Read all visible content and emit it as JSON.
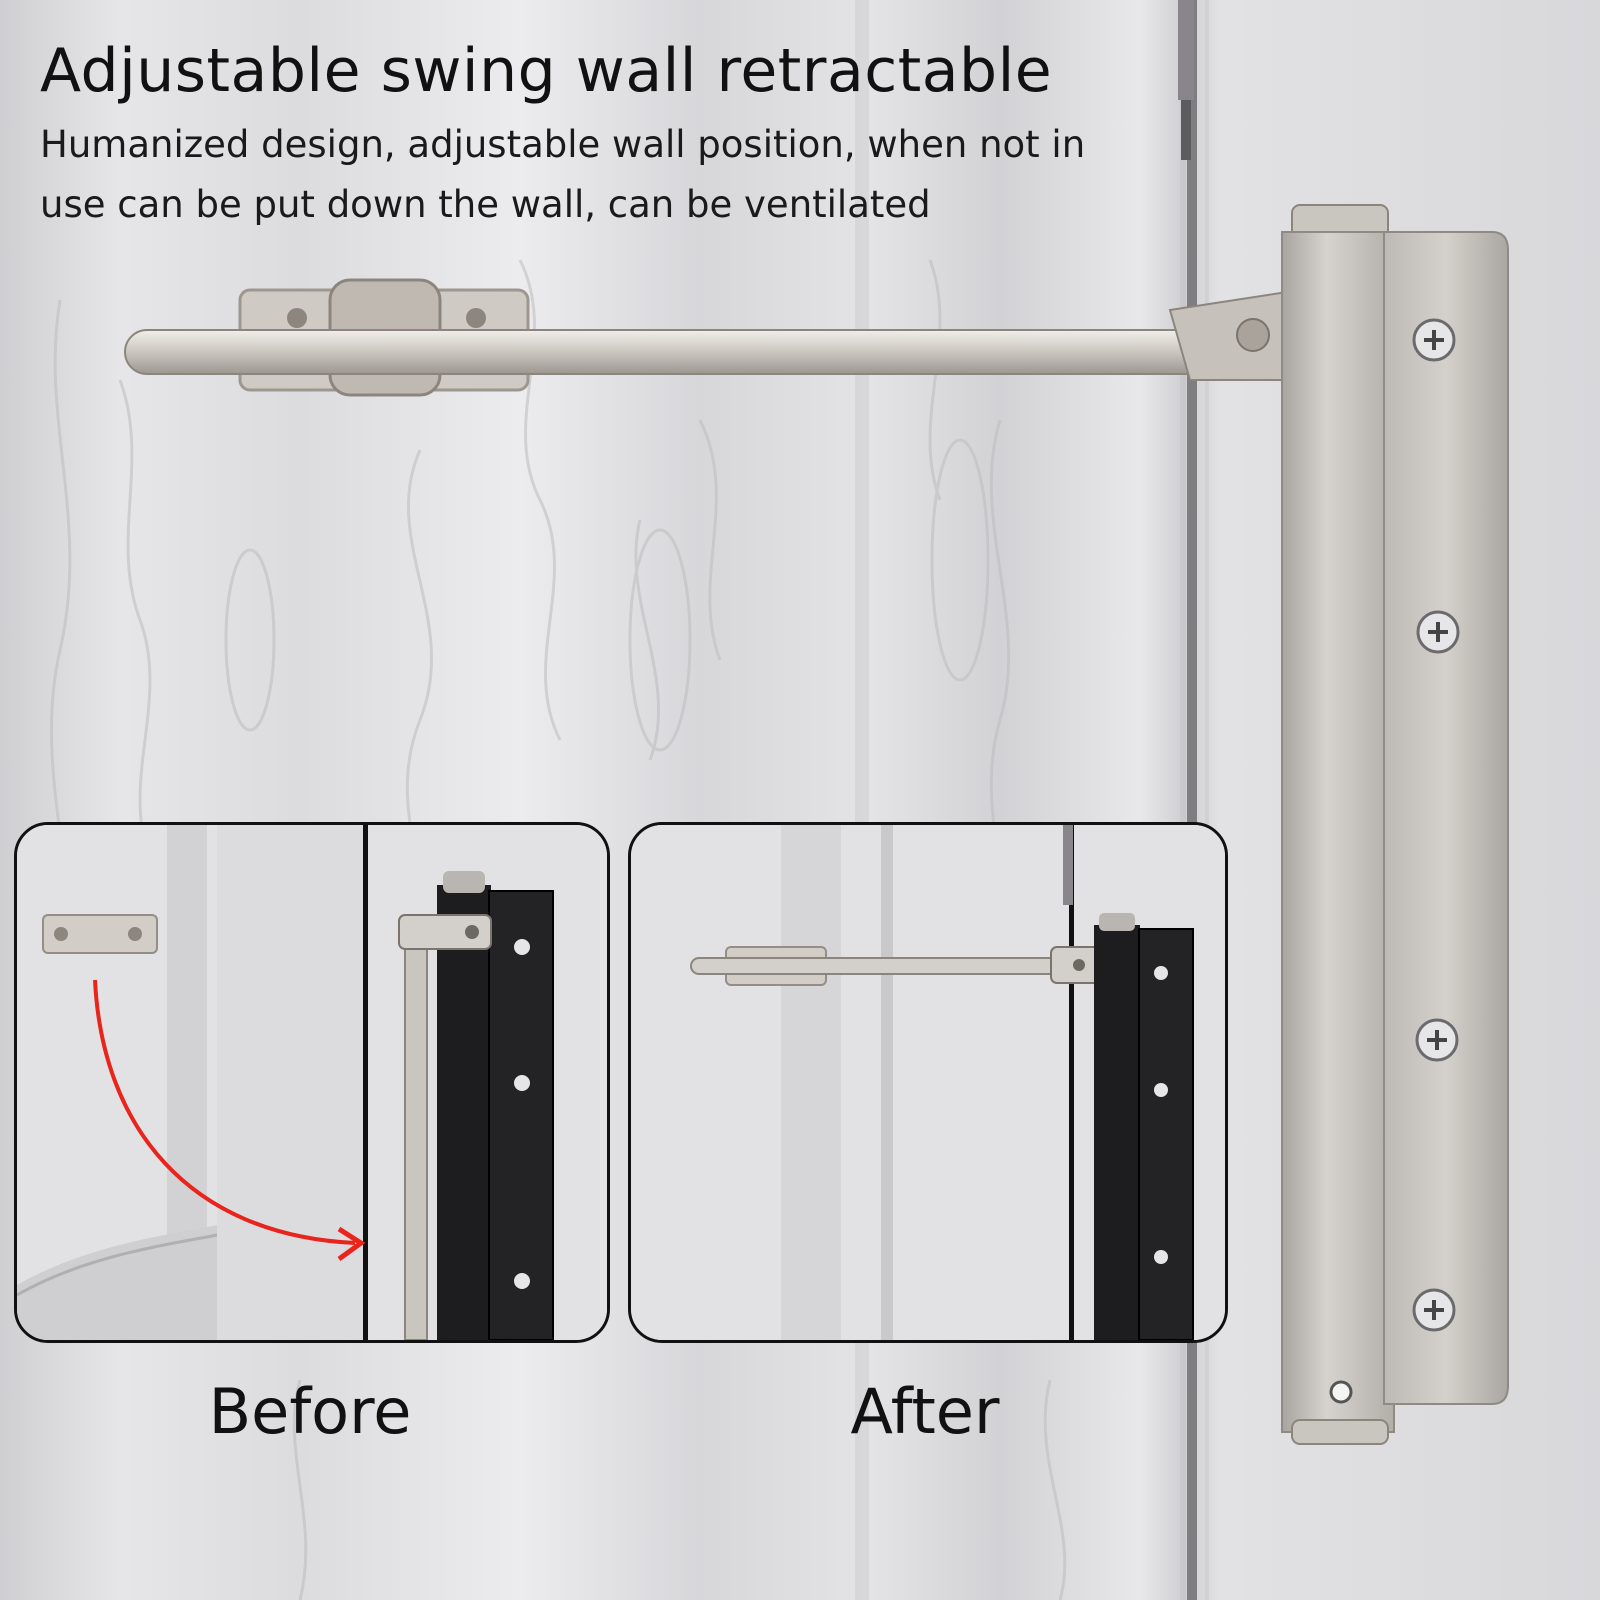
{
  "heading": {
    "title": "Adjustable swing wall retractable",
    "subtitle": "Humanized design, adjustable wall position, when not in use can be put down the wall, can be ventilated"
  },
  "comparison": {
    "before_label": "Before",
    "after_label": "After"
  },
  "colors": {
    "arrow": "#e8241c",
    "metal": "#c9c6c2",
    "closer_black": "#1a1a1a",
    "text": "#111111"
  }
}
